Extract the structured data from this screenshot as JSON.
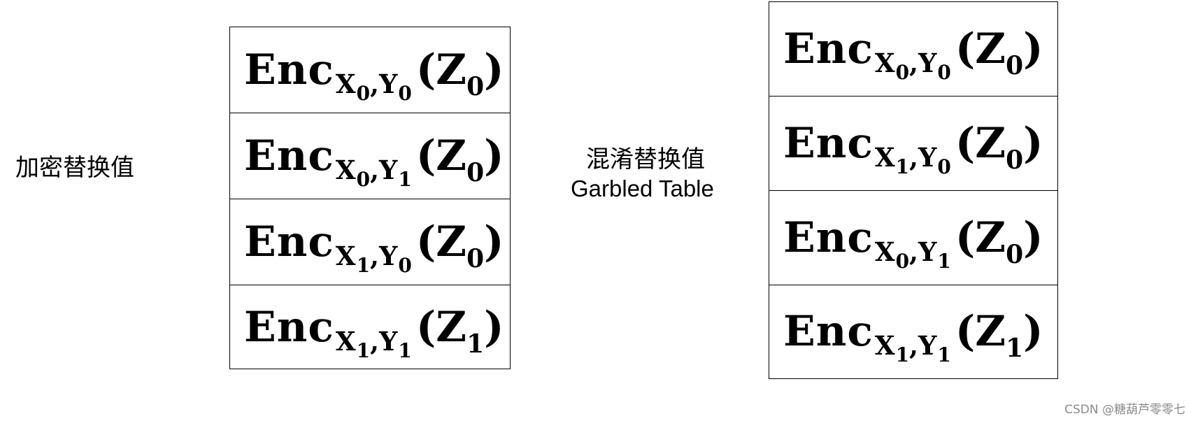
{
  "left_label": "加密替换值",
  "middle_label": {
    "line1": "混淆替换值",
    "line2": "Garbled Table"
  },
  "left_table": {
    "rows": [
      {
        "enc": "Enc",
        "x": "X",
        "x_sub": "0",
        "comma": ",",
        "y": "Y",
        "y_sub": "0",
        "open": "(",
        "z": "Z",
        "z_sub": "0",
        "close": ")"
      },
      {
        "enc": "Enc",
        "x": "X",
        "x_sub": "0",
        "comma": ",",
        "y": "Y",
        "y_sub": "1",
        "open": "(",
        "z": "Z",
        "z_sub": "0",
        "close": ")"
      },
      {
        "enc": "Enc",
        "x": "X",
        "x_sub": "1",
        "comma": ",",
        "y": "Y",
        "y_sub": "0",
        "open": "(",
        "z": "Z",
        "z_sub": "0",
        "close": ")"
      },
      {
        "enc": "Enc",
        "x": "X",
        "x_sub": "1",
        "comma": ",",
        "y": "Y",
        "y_sub": "1",
        "open": "(",
        "z": "Z",
        "z_sub": "1",
        "close": ")"
      }
    ]
  },
  "right_table": {
    "rows": [
      {
        "enc": "Enc",
        "x": "X",
        "x_sub": "0",
        "comma": ",",
        "y": "Y",
        "y_sub": "0",
        "open": "(",
        "z": "Z",
        "z_sub": "0",
        "close": ")"
      },
      {
        "enc": "Enc",
        "x": "X",
        "x_sub": "1",
        "comma": ",",
        "y": "Y",
        "y_sub": "0",
        "open": "(",
        "z": "Z",
        "z_sub": "0",
        "close": ")"
      },
      {
        "enc": "Enc",
        "x": "X",
        "x_sub": "0",
        "comma": ",",
        "y": "Y",
        "y_sub": "1",
        "open": "(",
        "z": "Z",
        "z_sub": "0",
        "close": ")"
      },
      {
        "enc": "Enc",
        "x": "X",
        "x_sub": "1",
        "comma": ",",
        "y": "Y",
        "y_sub": "1",
        "open": "(",
        "z": "Z",
        "z_sub": "1",
        "close": ")"
      }
    ]
  },
  "watermark": "CSDN @糖葫芦零零七"
}
